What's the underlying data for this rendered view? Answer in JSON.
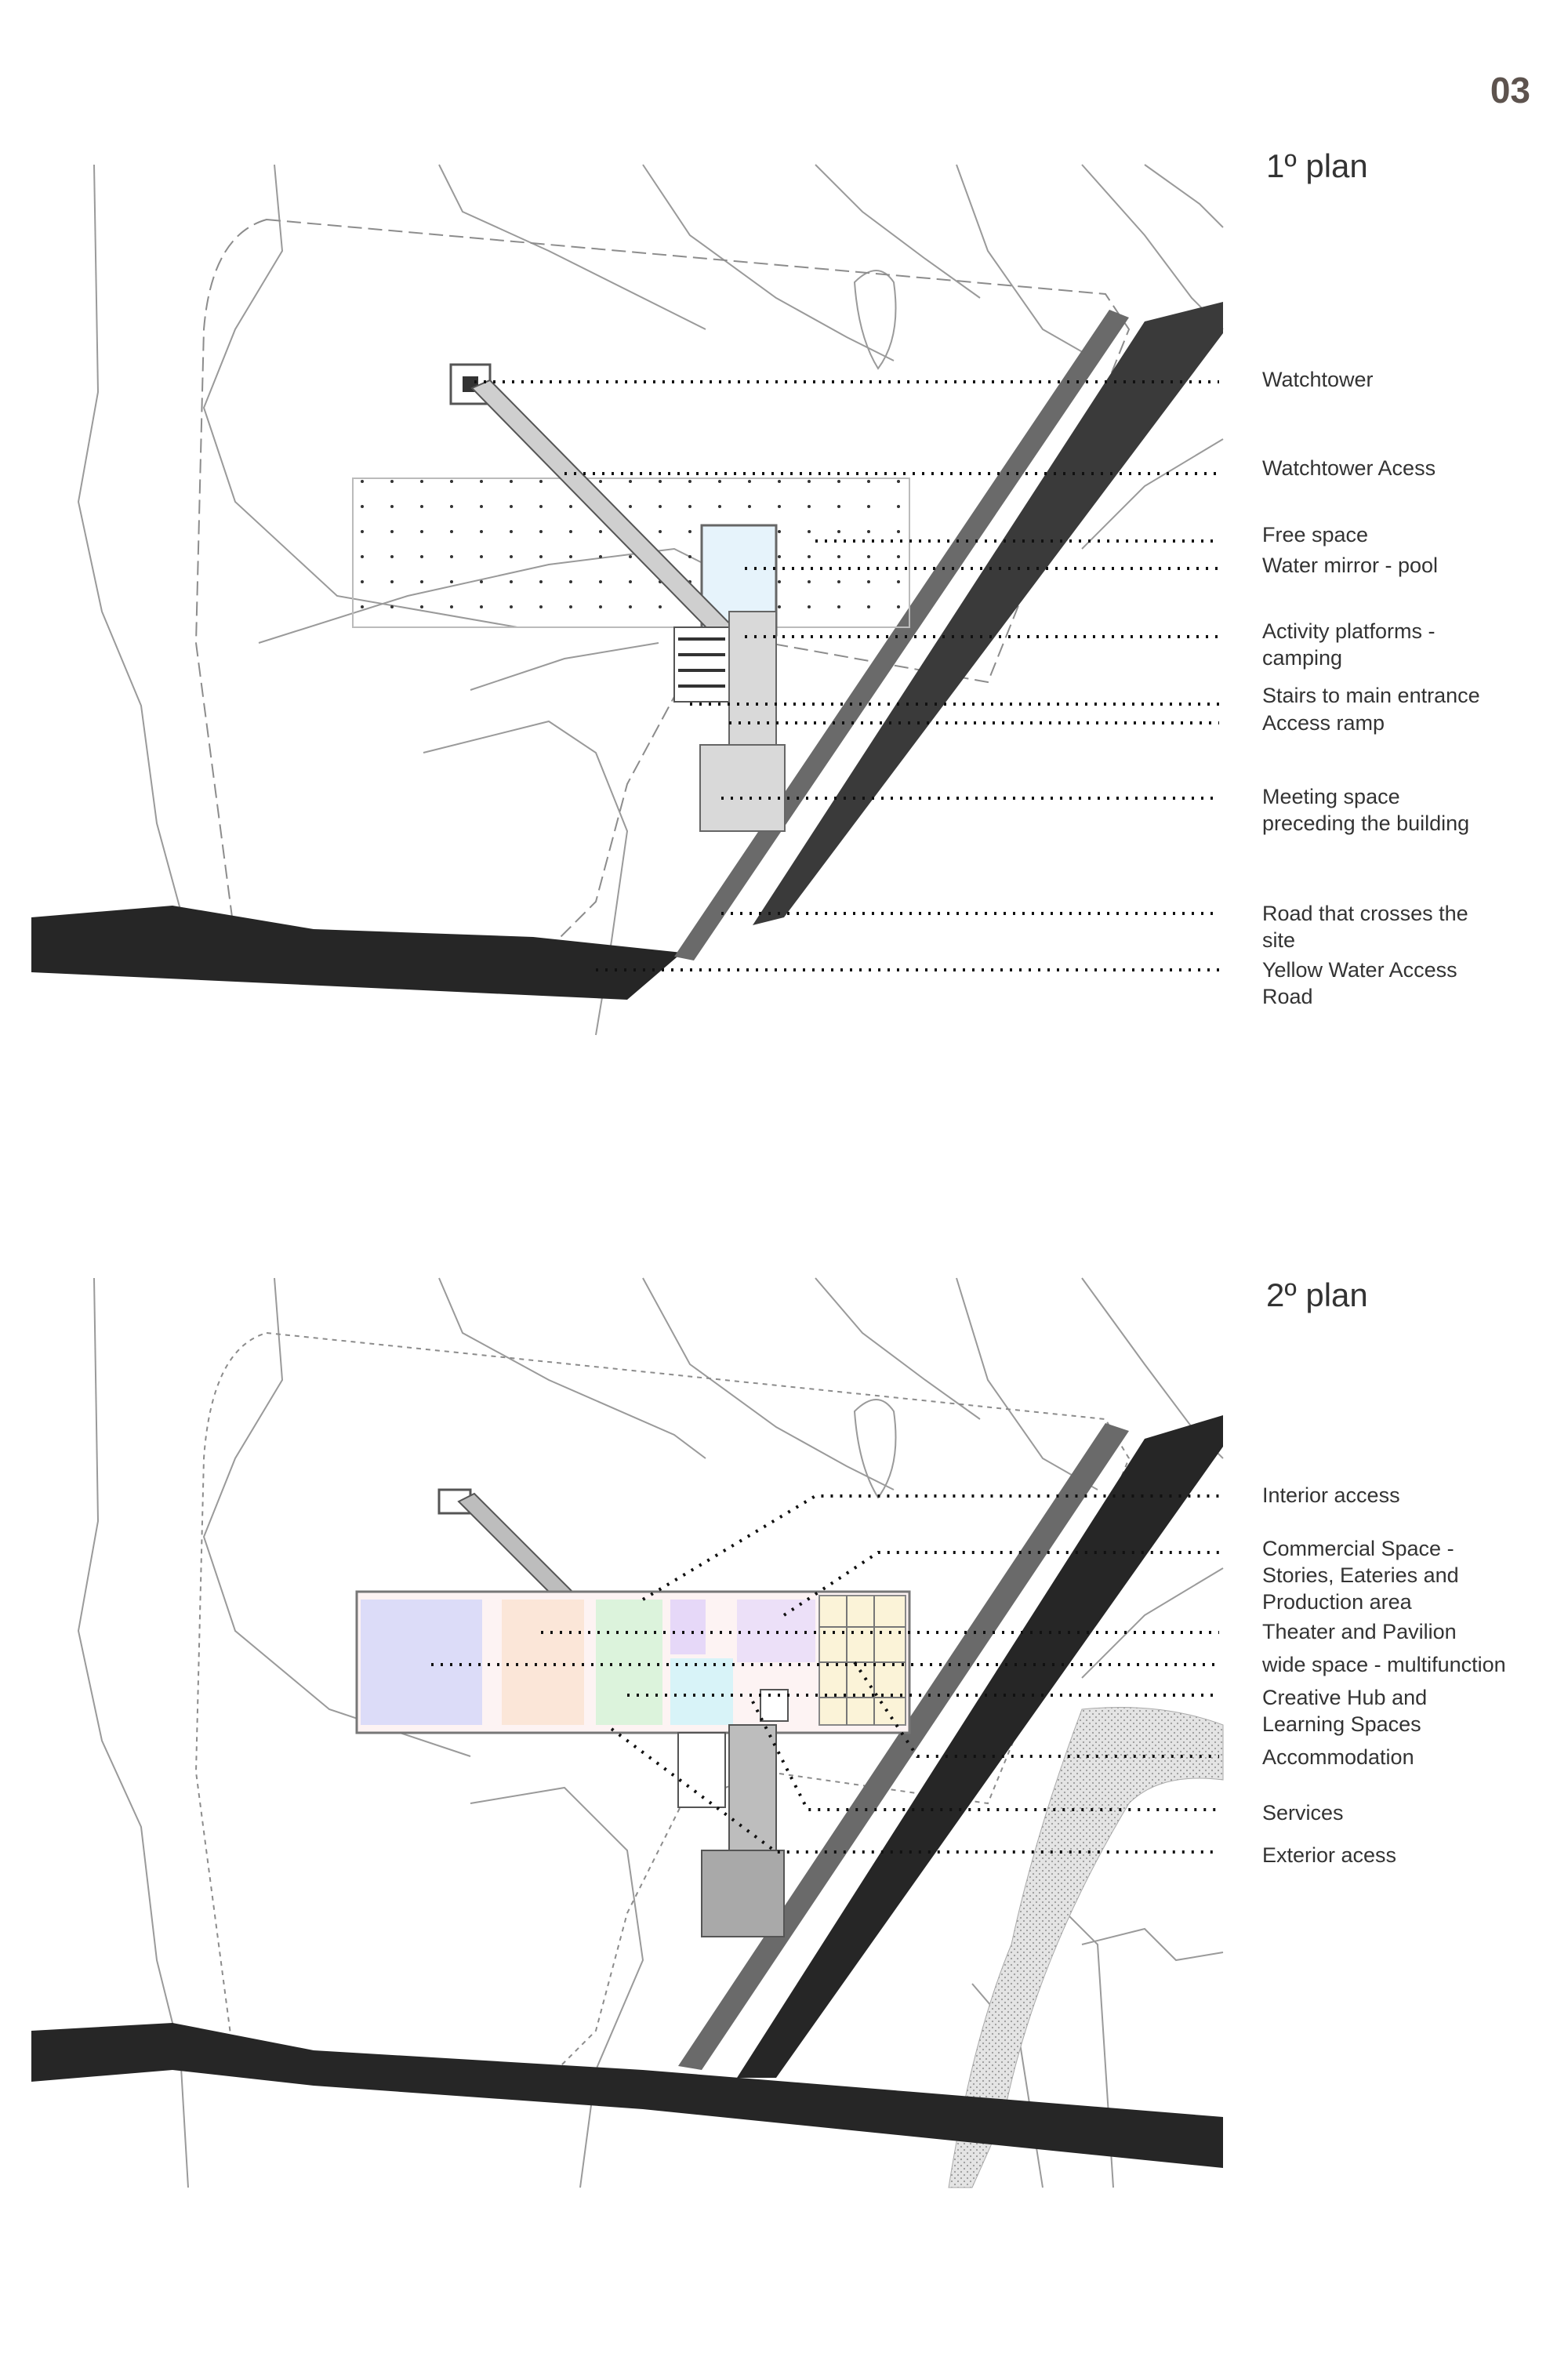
{
  "page": {
    "number": "03"
  },
  "plans": [
    {
      "title": "1º plan",
      "labels": [
        "Watchtower",
        "Watchtower Acess",
        "Free space",
        "Water mirror - pool",
        "Activity platforms -\ncamping",
        "Stairs to main entrance",
        "Access ramp",
        "Meeting space\npreceding the building",
        "Road that crosses the\nsite",
        "Yellow Water Access\nRoad"
      ]
    },
    {
      "title": "2º plan",
      "labels": [
        "Interior access",
        "Commercial Space -\nStories, Eateries and\nProduction area",
        "Theater and Pavilion",
        "wide space - multifunction",
        "Creative Hub and\nLearning Spaces",
        "Accommodation",
        "Services",
        "Exterior acess"
      ]
    }
  ],
  "colors": {
    "road": "#262626",
    "ramp": "#6a6a6a",
    "contour": "#9a9a9a",
    "leader": "#111111",
    "zones": [
      "#dcdcf8",
      "#fbe6d8",
      "#dcf3dc",
      "#e6d8f8",
      "#d8f3f8",
      "#fbf3d8"
    ]
  }
}
